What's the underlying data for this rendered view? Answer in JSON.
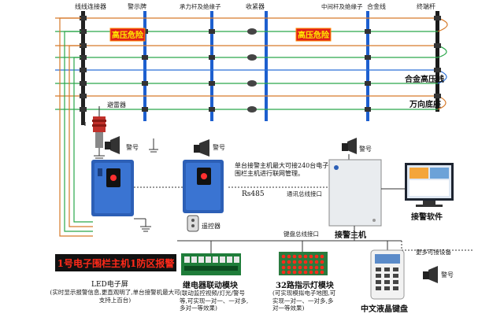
{
  "labels": {
    "connector": "线线连接器",
    "warning_sign_label": "警示牌",
    "load_bearing_post": "承力杆及绝缘子",
    "tensioner": "收紧器",
    "middle_post": "中间杆及绝缘子",
    "alloy_wire": "合金线",
    "terminal_post": "终端杆",
    "hv_line": "合金高压线",
    "universal_base": "万向底座",
    "lightning_arrester": "避雷器",
    "alarm1": "警号",
    "alarm2": "警号",
    "alarm3": "警号",
    "alarm4": "警号",
    "remote": "遥控器",
    "networking_note": "单台接警主机最大可接240台电子围栏主机进行联网管理。",
    "rs485": "Rs485",
    "comm_bus": "通讯总线接口",
    "alarm_host": "接警主机",
    "alarm_software": "接警软件",
    "keyboard_bus": "键盘总线接口",
    "more_devices": "更多可接设备",
    "led_screen": "LED电子屏",
    "led_desc": "(实时显示报警信息,更直观明了,单台接警机最大可支持上百台)",
    "relay_module": "继电器联动模块",
    "relay_desc": "(联动监控视频/灯光/警号等,可实现一对一、一对多,多对一等效果)",
    "indicator_module": "32路指示灯模块",
    "indicator_desc": "(可实现模拟电子地图,可实现一对一、一对多,多对一等效果)",
    "lcd_keyboard": "中文液晶键盘"
  },
  "signs": {
    "sign1": "高压危险",
    "sign2": "高压危险"
  },
  "led_text": "1号电子围栏主机1防区报警",
  "colors": {
    "fence_wire": "#2aa64a",
    "hv_wire": "#2a6fd6",
    "sign_bg": "#e0201b",
    "sign_text": "#ffe600",
    "host_blue": "#2c5fb6",
    "led_bg": "#111111",
    "led_text": "#ff2a1a"
  }
}
